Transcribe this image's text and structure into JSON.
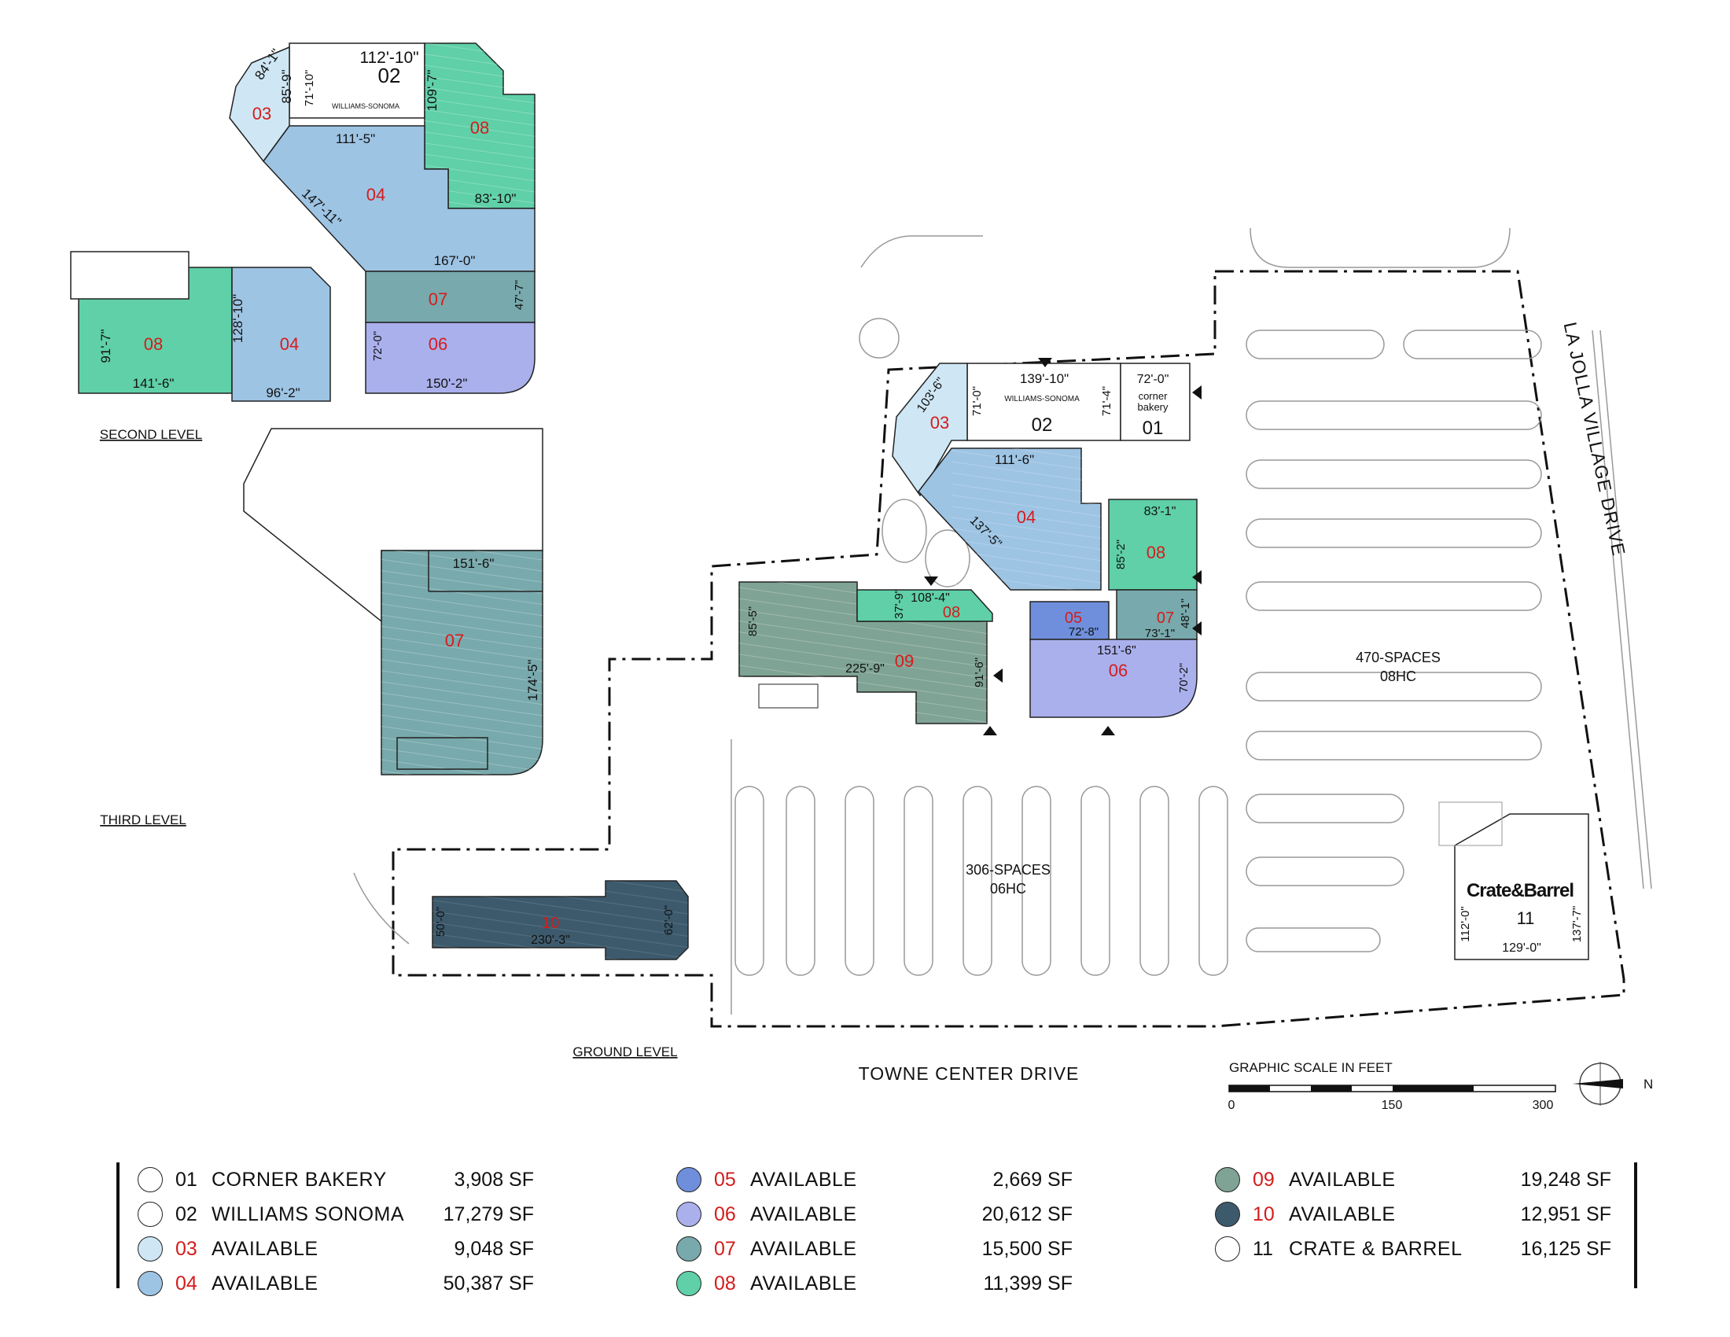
{
  "levels": {
    "second": "SECOND LEVEL",
    "third": "THIRD LEVEL",
    "ground": "GROUND LEVEL"
  },
  "streets": {
    "bottom": "TOWNE CENTER DRIVE",
    "right": "LA JOLLA VILLAGE DRIVE"
  },
  "parking": {
    "east": {
      "spaces": "470-SPACES",
      "hc": "08HC"
    },
    "south": {
      "spaces": "306-SPACES",
      "hc": "06HC"
    }
  },
  "scale": {
    "title": "GRAPHIC SCALE IN FEET",
    "ticks": [
      "0",
      "150",
      "300"
    ],
    "north": "N"
  },
  "brands": {
    "williams": "WILLIAMS-SONOMA",
    "corner_bakery_1": "corner",
    "corner_bakery_2": "bakery",
    "crate": "Crate&Barrel"
  },
  "units": {
    "u01": "01",
    "u02": "02",
    "u03": "03",
    "u04": "04",
    "u05": "05",
    "u06": "06",
    "u07": "07",
    "u08": "08",
    "u09": "09",
    "u10": "10",
    "u11": "11"
  },
  "dims": {
    "s2_02": "112'-10\"",
    "s2_84": "84'-1\"",
    "s2_85": "85'-9\"",
    "s2_71": "71'-10\"",
    "s2_109": "109'-7\"",
    "s2_111": "111'-5\"",
    "s2_83": "83'-10\"",
    "s2_147": "147'-11\"",
    "s2_167": "167'-0\"",
    "s2_47": "47'-7\"",
    "s2_72": "72'-0\"",
    "s2_150": "150'-2\"",
    "s2_128": "128'-10\"",
    "s2_91": "91'-7\"",
    "s2_141": "141'-6\"",
    "s2_96": "96'-2\"",
    "t3_151": "151'-6\"",
    "t3_174": "174'-5\"",
    "g_139": "139'-10\"",
    "g_103": "103'-6\"",
    "g_71a": "71'-0\"",
    "g_71b": "71'-4\"",
    "g_72": "72'-0\"",
    "g_111": "111'-6\"",
    "g_137": "137'-5\"",
    "g_83": "83'-1\"",
    "g_85a": "85'-2\"",
    "g_48": "48'-1\"",
    "g_72b": "72'-8\"",
    "g_73": "73'-1\"",
    "g_151": "151'-6\"",
    "g_70": "70'-2\"",
    "g_37": "37'-9\"",
    "g_108": "108'-4\"",
    "g_85b": "85'-5\"",
    "g_225": "225'-9\"",
    "g_91": "91'-6\"",
    "g_50": "50'-0\"",
    "g_230": "230'-3\"",
    "g_62": "62'-0\"",
    "g_112": "112'-0\"",
    "g_129": "129'-0\"",
    "g_137b": "137'-7\""
  },
  "colors": {
    "available_03": "#cfe7f5",
    "available_04": "#9ec4e4",
    "available_05": "#6f8fdc",
    "available_06": "#aab0ec",
    "available_07": "#78a9ac",
    "available_08": "#5fd0a8",
    "available_09": "#7fa394",
    "available_10": "#3d5a6d",
    "unit_number_red": "#d41c1c"
  },
  "legend": [
    {
      "num": "01",
      "name": "CORNER BAKERY",
      "area": "3,908 SF",
      "color": "#ffffff",
      "red": false
    },
    {
      "num": "02",
      "name": "WILLIAMS SONOMA",
      "area": "17,279 SF",
      "color": "#ffffff",
      "red": false
    },
    {
      "num": "03",
      "name": "AVAILABLE",
      "area": "9,048 SF",
      "color": "#cfe7f5",
      "red": true
    },
    {
      "num": "04",
      "name": "AVAILABLE",
      "area": "50,387 SF",
      "color": "#9ec4e4",
      "red": true
    },
    {
      "num": "05",
      "name": "AVAILABLE",
      "area": "2,669 SF",
      "color": "#6f8fdc",
      "red": true
    },
    {
      "num": "06",
      "name": "AVAILABLE",
      "area": "20,612 SF",
      "color": "#aab0ec",
      "red": true
    },
    {
      "num": "07",
      "name": "AVAILABLE",
      "area": "15,500 SF",
      "color": "#78a9ac",
      "red": true
    },
    {
      "num": "08",
      "name": "AVAILABLE",
      "area": "11,399 SF",
      "color": "#5fd0a8",
      "red": true
    },
    {
      "num": "09",
      "name": "AVAILABLE",
      "area": "19,248 SF",
      "color": "#7fa394",
      "red": true
    },
    {
      "num": "10",
      "name": "AVAILABLE",
      "area": "12,951 SF",
      "color": "#3d5a6d",
      "red": true
    },
    {
      "num": "11",
      "name": "CRATE & BARREL",
      "area": "16,125 SF",
      "color": "#ffffff",
      "red": false
    }
  ]
}
